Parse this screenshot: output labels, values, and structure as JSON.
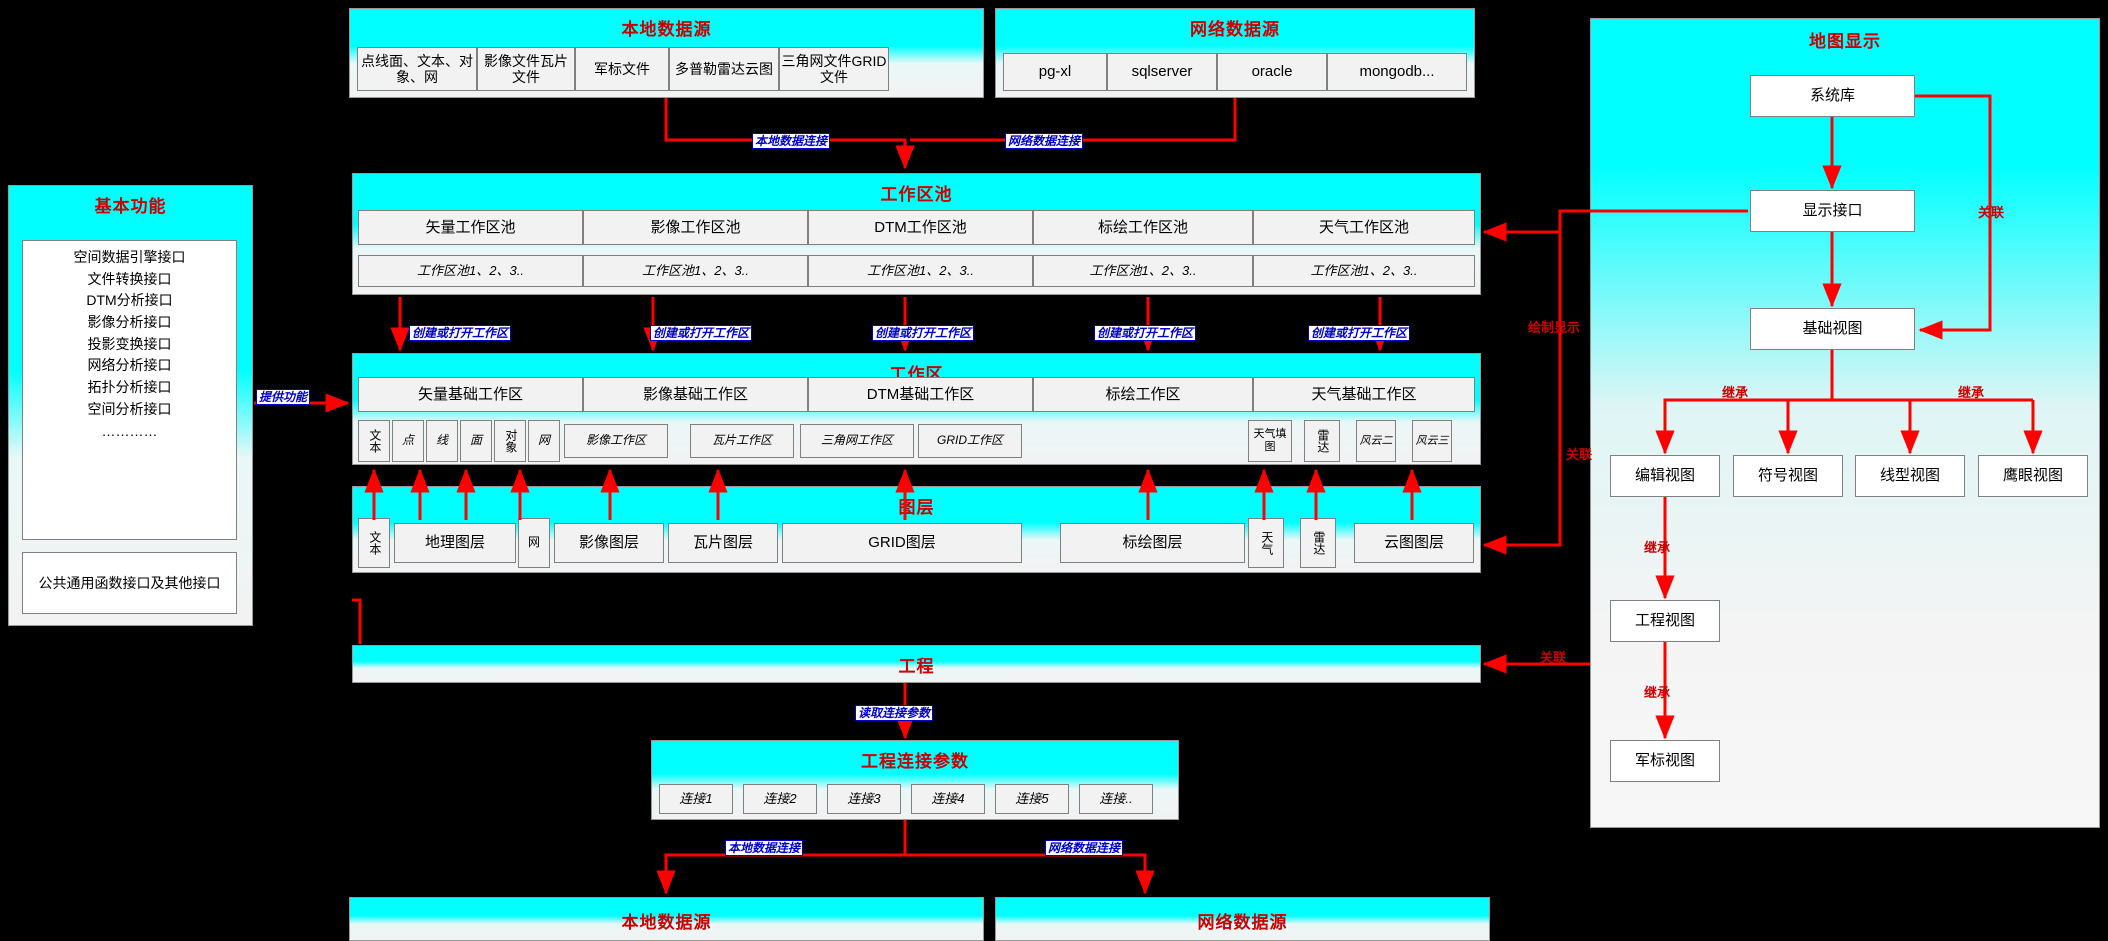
{
  "groups": {
    "local_source_top": {
      "title": "本地数据源",
      "items": [
        "点线面、文本、对象、网",
        "影像文件瓦片文件",
        "军标文件",
        "多普勒雷达云图",
        "三角网文件GRID文件"
      ]
    },
    "net_source_top": {
      "title": "网络数据源",
      "items": [
        "pg-xl",
        "sqlserver",
        "oracle",
        "mongodb..."
      ]
    },
    "basic_func": {
      "title": "基本功能",
      "interfaces": [
        "空间数据引擎接口",
        "文件转换接口",
        "DTM分析接口",
        "影像分析接口",
        "投影变换接口",
        "网络分析接口",
        "拓扑分析接口",
        "空间分析接口",
        "…………"
      ],
      "common": "公共通用函数接口及其他接口"
    },
    "workpool": {
      "title": "工作区池",
      "items": [
        "矢量工作区池",
        "影像工作区池",
        "DTM工作区池",
        "标绘工作区池",
        "天气工作区池"
      ],
      "subitems": [
        "工作区池1、2、3..",
        "工作区池1、2、3..",
        "工作区池1、2、3..",
        "工作区池1、2、3..",
        "工作区池1、2、3.."
      ]
    },
    "workarea": {
      "title": "工作区",
      "items": [
        "矢量基础工作区",
        "影像基础工作区",
        "DTM基础工作区",
        "标绘工作区",
        "天气基础工作区"
      ],
      "subitems": [
        "文本",
        "点",
        "线",
        "面",
        "对象",
        "网",
        "影像工作区",
        "瓦片工作区",
        "三角网工作区",
        "GRID工作区",
        "天气填图",
        "雷达",
        "风云二",
        "风云三"
      ]
    },
    "layers": {
      "title": "图层",
      "items": [
        "文本",
        "地理图层",
        "网",
        "影像图层",
        "瓦片图层",
        "GRID图层",
        "标绘图层",
        "天气",
        "雷达",
        "云图图层"
      ]
    },
    "project": {
      "title": "工程"
    },
    "conn_params": {
      "title": "工程连接参数",
      "items": [
        "连接1",
        "连接2",
        "连接3",
        "连接4",
        "连接5",
        "连接.."
      ]
    },
    "local_source_bottom": {
      "title": "本地数据源"
    },
    "net_source_bottom": {
      "title": "网络数据源"
    },
    "map_display": {
      "title": "地图显示",
      "nodes": [
        "系统库",
        "显示接口",
        "基础视图",
        "编辑视图",
        "符号视图",
        "线型视图",
        "鹰眼视图",
        "工程视图",
        "军标视图"
      ]
    }
  },
  "edge_labels": {
    "local_conn_1": "本地数据连接",
    "net_conn_1": "网络数据连接",
    "local_conn_2": "本地数据连接",
    "net_conn_2": "网络数据连接",
    "create_open": [
      "创建或打开工作区",
      "创建或打开工作区",
      "创建或打开工作区",
      "创建或打开工作区",
      "创建或打开工作区"
    ],
    "provide_func": "提供功能",
    "read_conn": "读取连接参数",
    "draw_display": "绘制显示",
    "assoc_1": "关联",
    "assoc_2": "关联",
    "assoc_3": "关联",
    "inherit_1": "继承",
    "inherit_2": "继承",
    "inherit_3": "继承",
    "inherit_4": "继承"
  },
  "colors": {
    "accent_cyan": "#00ffff",
    "title_red": "#cc0000",
    "arrow_red": "#ff0000",
    "label_blue": "#0000cc"
  }
}
